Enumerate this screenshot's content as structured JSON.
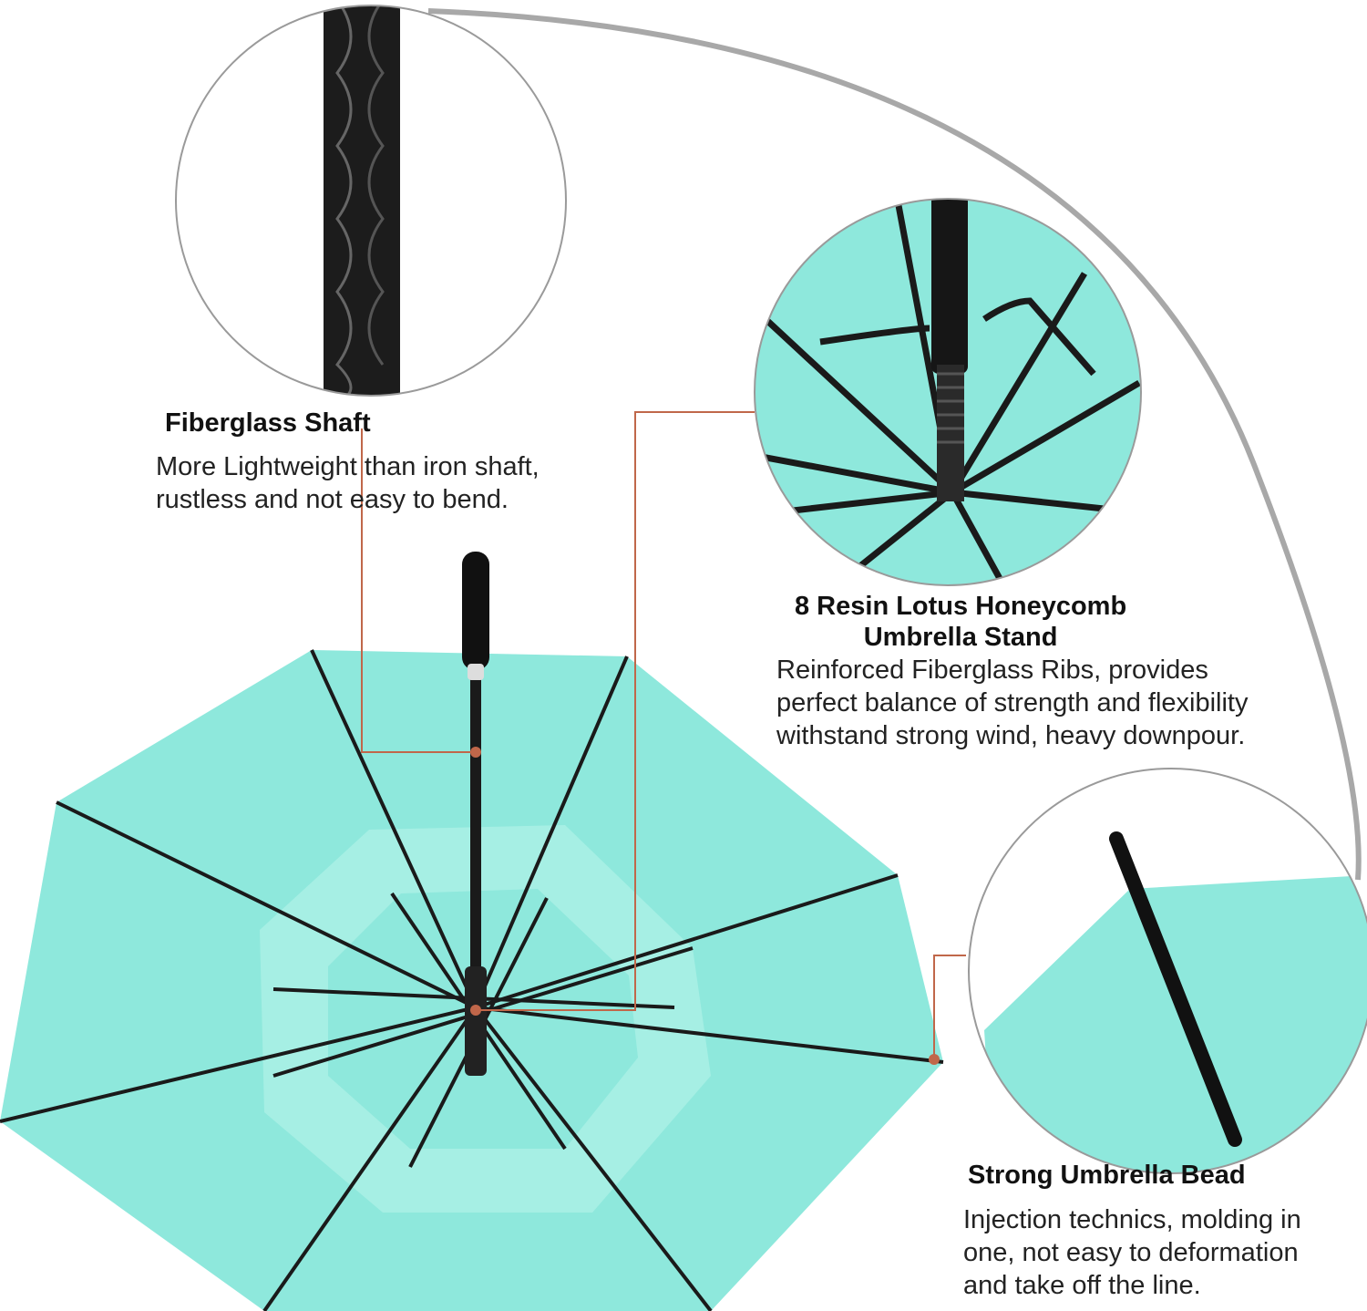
{
  "colors": {
    "canopy": "#8ee8dc",
    "canopy_light": "#aaf0e6",
    "rib": "#1a1a1a",
    "leader": "#c0674a",
    "arc": "#a8a8a8"
  },
  "features": [
    {
      "title": "Fiberglass Shaft",
      "desc_lines": [
        "More Lightweight than iron shaft,",
        "rustless and not easy to bend."
      ]
    },
    {
      "title_lines": [
        "8 Resin Lotus Honeycomb",
        "Umbrella Stand"
      ],
      "desc_lines": [
        "Reinforced Fiberglass Ribs, provides",
        "perfect balance of strength and flexibility",
        "withstand strong wind, heavy downpour."
      ]
    },
    {
      "title": "Strong Umbrella Bead",
      "desc_lines": [
        "Injection technics, molding in",
        "one, not easy to deformation",
        "and take off the line."
      ]
    }
  ]
}
